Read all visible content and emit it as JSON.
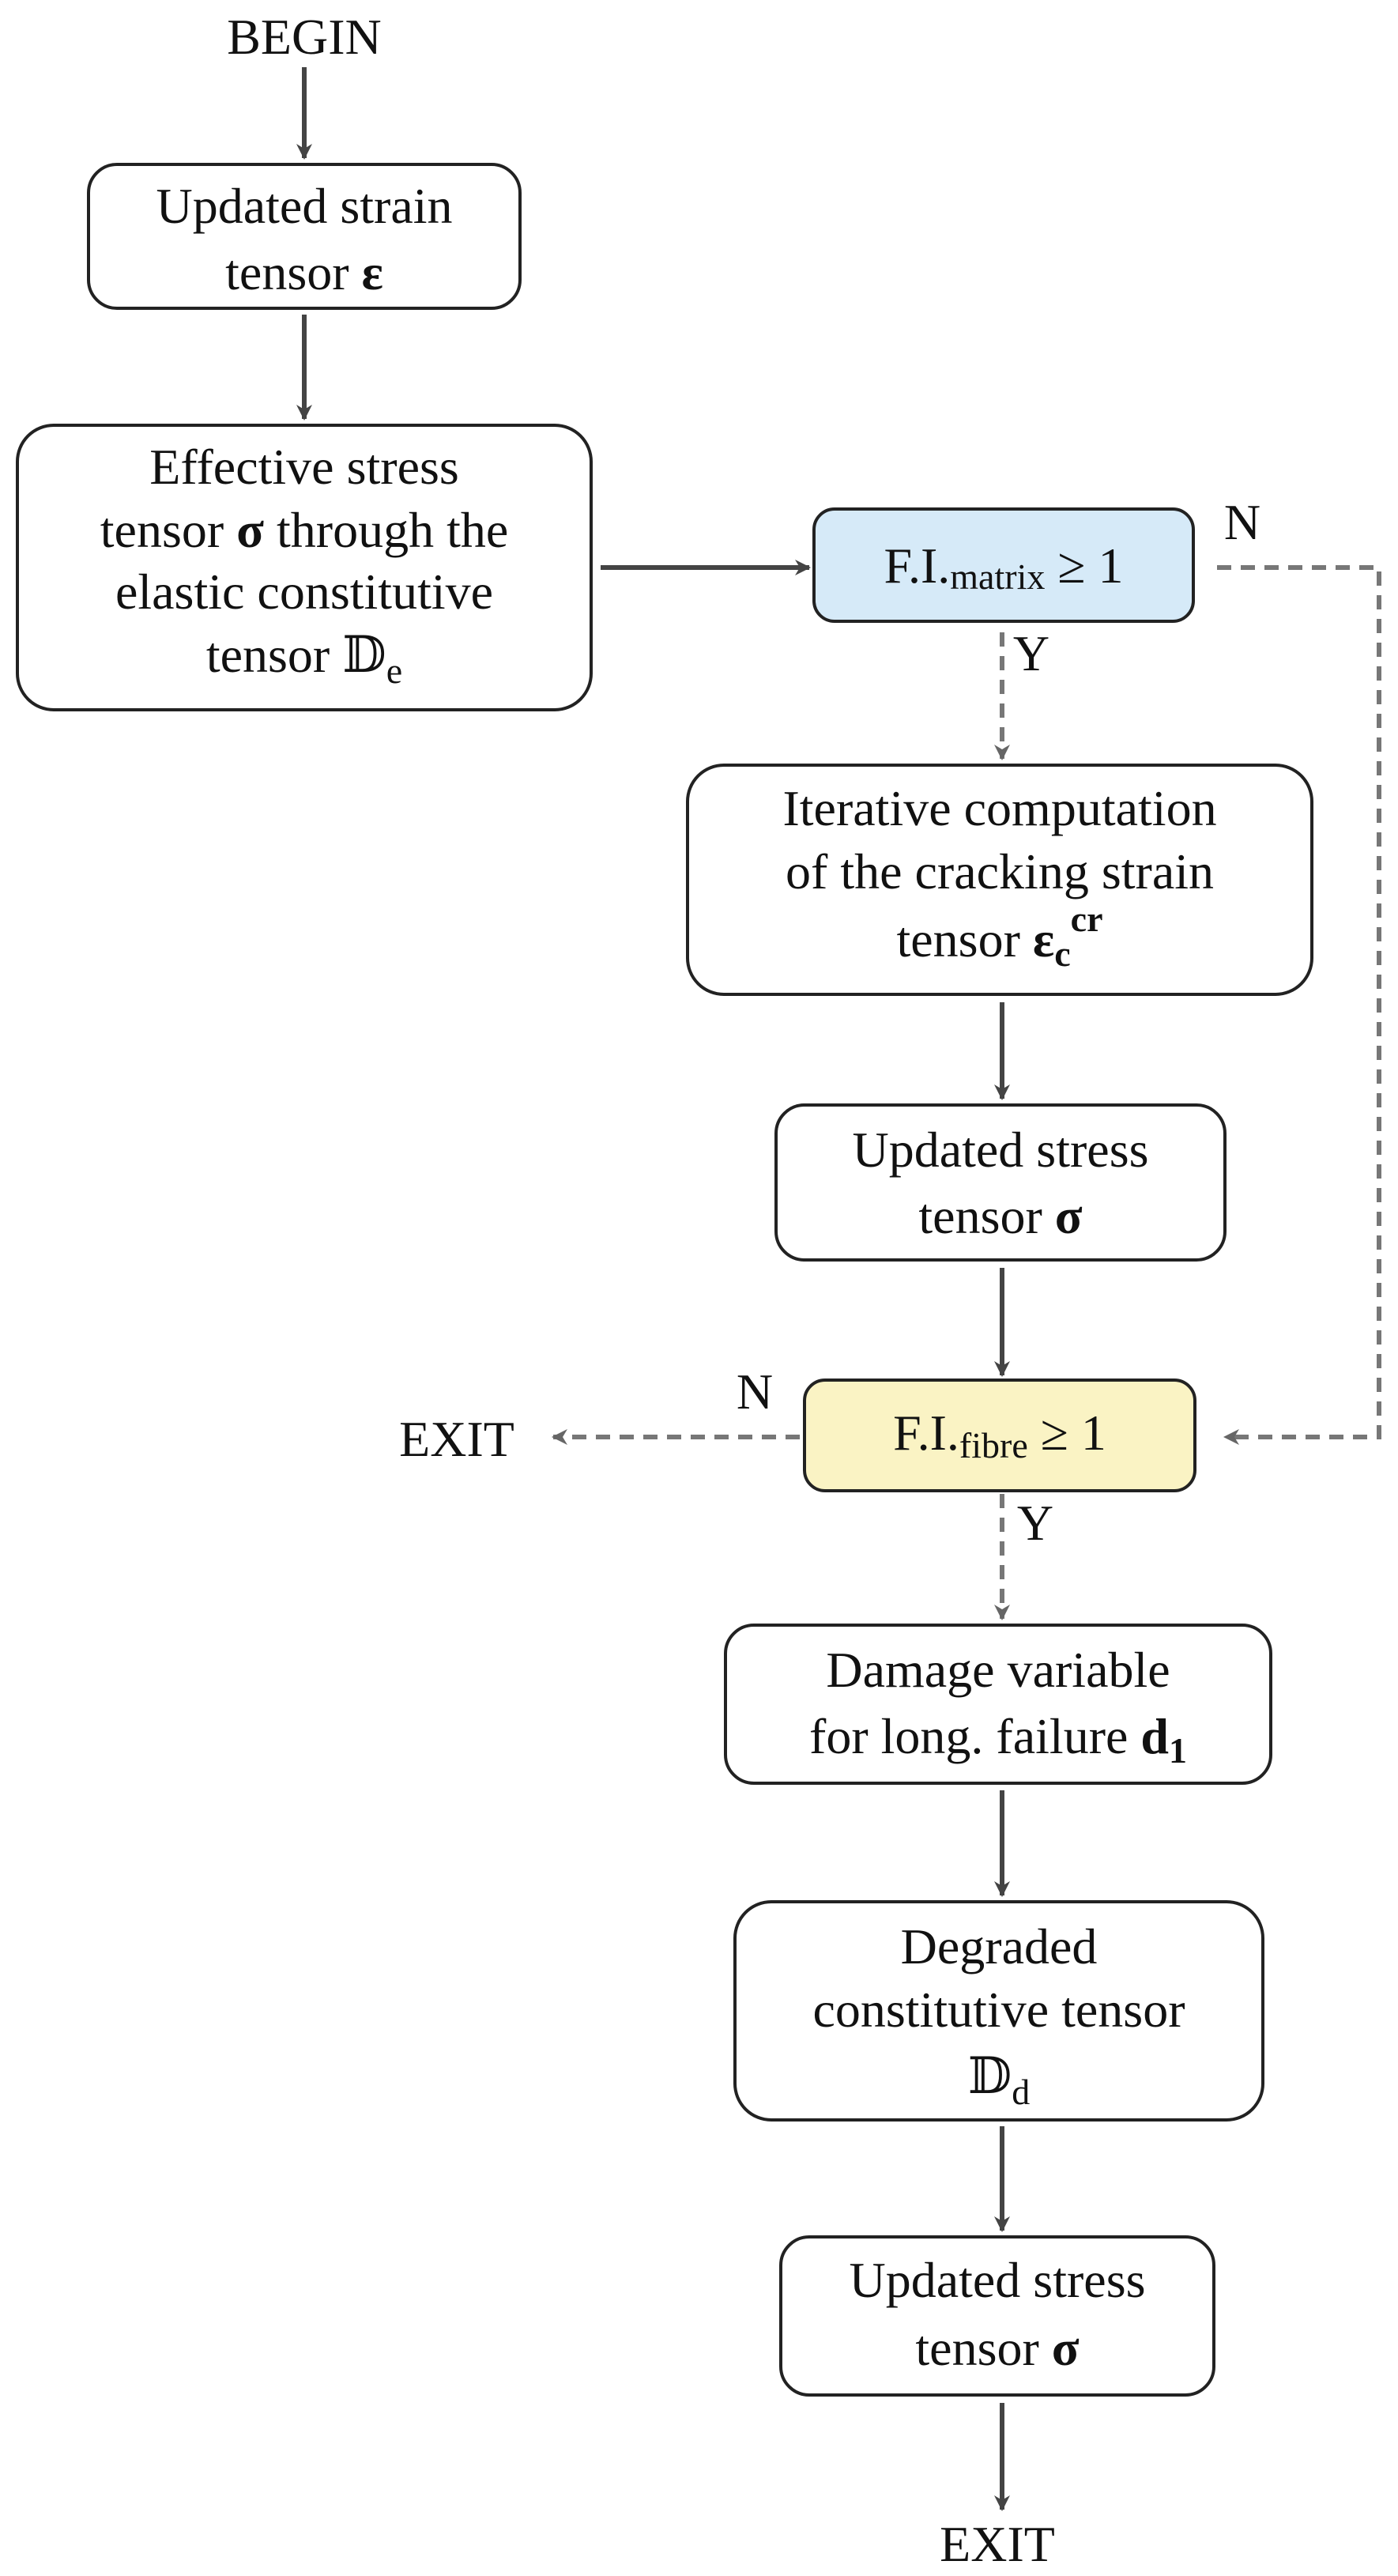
{
  "flowchart": {
    "colors": {
      "box_fill": "#ffffff",
      "box_stroke": "#222222",
      "matrix_fill": "#d6eaf8",
      "fibre_fill": "#faf3c4",
      "arrow": "#444444",
      "dashed_arrow": "#777777"
    },
    "begin": "BEGIN",
    "strain": {
      "line1": "Updated strain",
      "line2_pre": "tensor ",
      "line2_sym": "ε"
    },
    "effective": {
      "line1": "Effective stress",
      "line2_pre": "tensor ",
      "line2_sym": "σ",
      "line2_post": " through the",
      "line3": "elastic constitutive",
      "line4_pre": "tensor ",
      "line4_sym": "𝔻",
      "line4_sub": "e"
    },
    "fi_matrix": {
      "pre": "F.I.",
      "sub": "matrix",
      "post": " ≥ 1"
    },
    "cracking": {
      "line1": "Iterative computation",
      "line2": "of the cracking strain",
      "line3_pre": "tensor ",
      "line3_sym": "ε",
      "line3_sub": "c",
      "line3_sup": "cr"
    },
    "stress1": {
      "line1": "Updated stress",
      "line2_pre": "tensor ",
      "line2_sym": "σ"
    },
    "fi_fibre": {
      "pre": "F.I.",
      "sub": "fibre",
      "post": " ≥ 1"
    },
    "damage": {
      "line1": "Damage variable",
      "line2_pre": "for long. failure ",
      "line2_sym": "d",
      "line2_sub": "1"
    },
    "degraded": {
      "line1": "Degraded",
      "line2": "constitutive tensor",
      "line3_sym": "𝔻",
      "line3_sub": "d"
    },
    "stress2": {
      "line1": "Updated stress",
      "line2_pre": "tensor ",
      "line2_sym": "σ"
    },
    "labels": {
      "matrix_yes": "Y",
      "matrix_no": "N",
      "fibre_yes": "Y",
      "fibre_no": "N",
      "exit_left": "EXIT",
      "exit_bottom": "EXIT"
    }
  }
}
